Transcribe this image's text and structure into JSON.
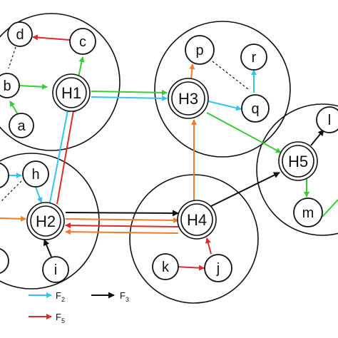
{
  "nodes": {
    "a": "a",
    "b": "b",
    "c": "c",
    "d": "d",
    "h": "h",
    "i": "i",
    "j": "j",
    "k": "k",
    "l": "l",
    "m": "m",
    "p": "p",
    "q": "q",
    "r": "r",
    "H1": "H1",
    "H2": "H2",
    "H3": "H3",
    "H4": "H4",
    "H5": "H5"
  },
  "colors": {
    "F1": "#39cc39",
    "F2": "#33c4f0",
    "F3": "#111111",
    "F4": "#f07c2a",
    "F5": "#dd2b2b"
  },
  "legend": {
    "items": [
      {
        "id": "F2",
        "base": "F",
        "sub": "2"
      },
      {
        "id": "F3",
        "base": "F",
        "sub": "3"
      },
      {
        "id": "F5",
        "base": "F",
        "sub": "5"
      }
    ]
  }
}
